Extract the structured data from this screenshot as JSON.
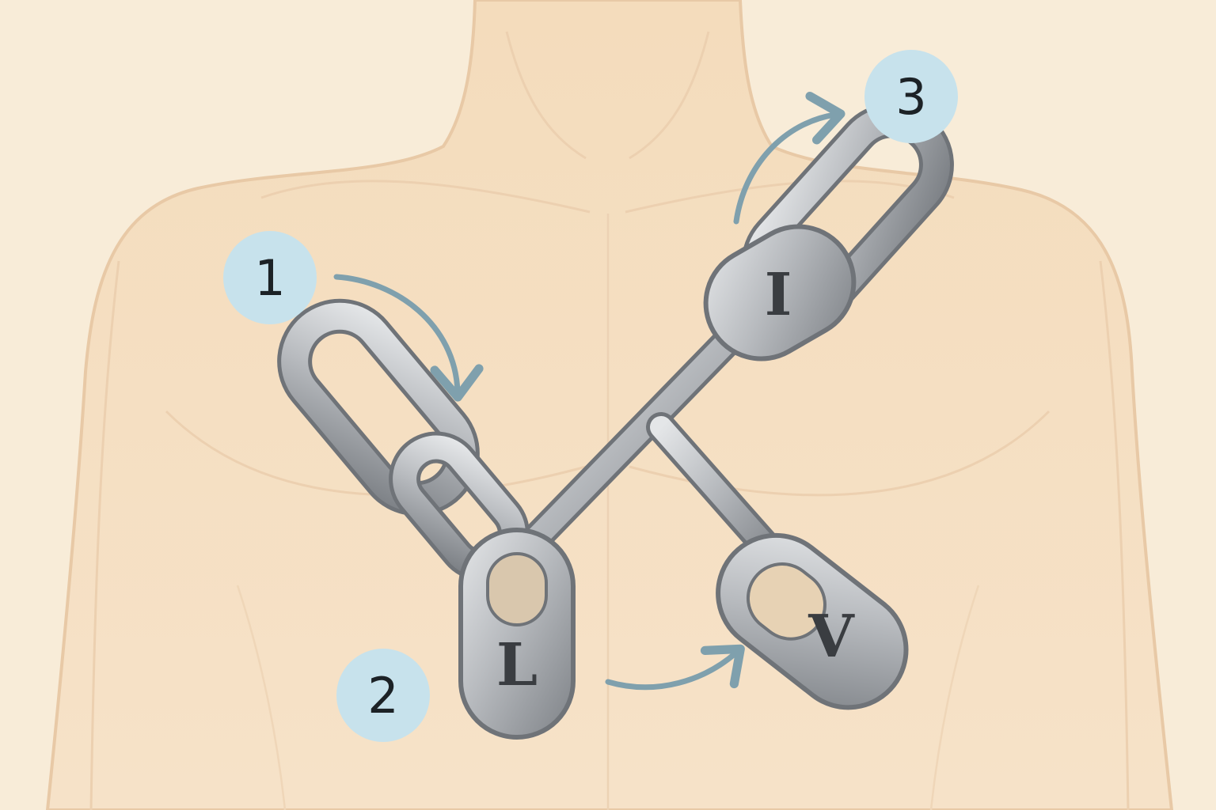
{
  "colors": {
    "background": "#f8ecd8",
    "skin": "#f6e0c4",
    "skin_outline": "#e8c9a6",
    "chain_steel": "#b8bbbf",
    "chain_dark": "#6f7378",
    "arrow": "#7fa0ad",
    "badge_fill": "#c7e2ec",
    "badge_text": "#1c2226"
  },
  "steps": [
    {
      "number": "1"
    },
    {
      "number": "2"
    },
    {
      "number": "3"
    }
  ],
  "links": [
    {
      "letter": "L"
    },
    {
      "letter": "I"
    },
    {
      "letter": "V"
    }
  ],
  "icons": {
    "arrow_1": "curved-arrow-down-right-icon",
    "arrow_2": "curved-arrow-right-icon",
    "arrow_3": "curved-arrow-up-right-icon"
  }
}
